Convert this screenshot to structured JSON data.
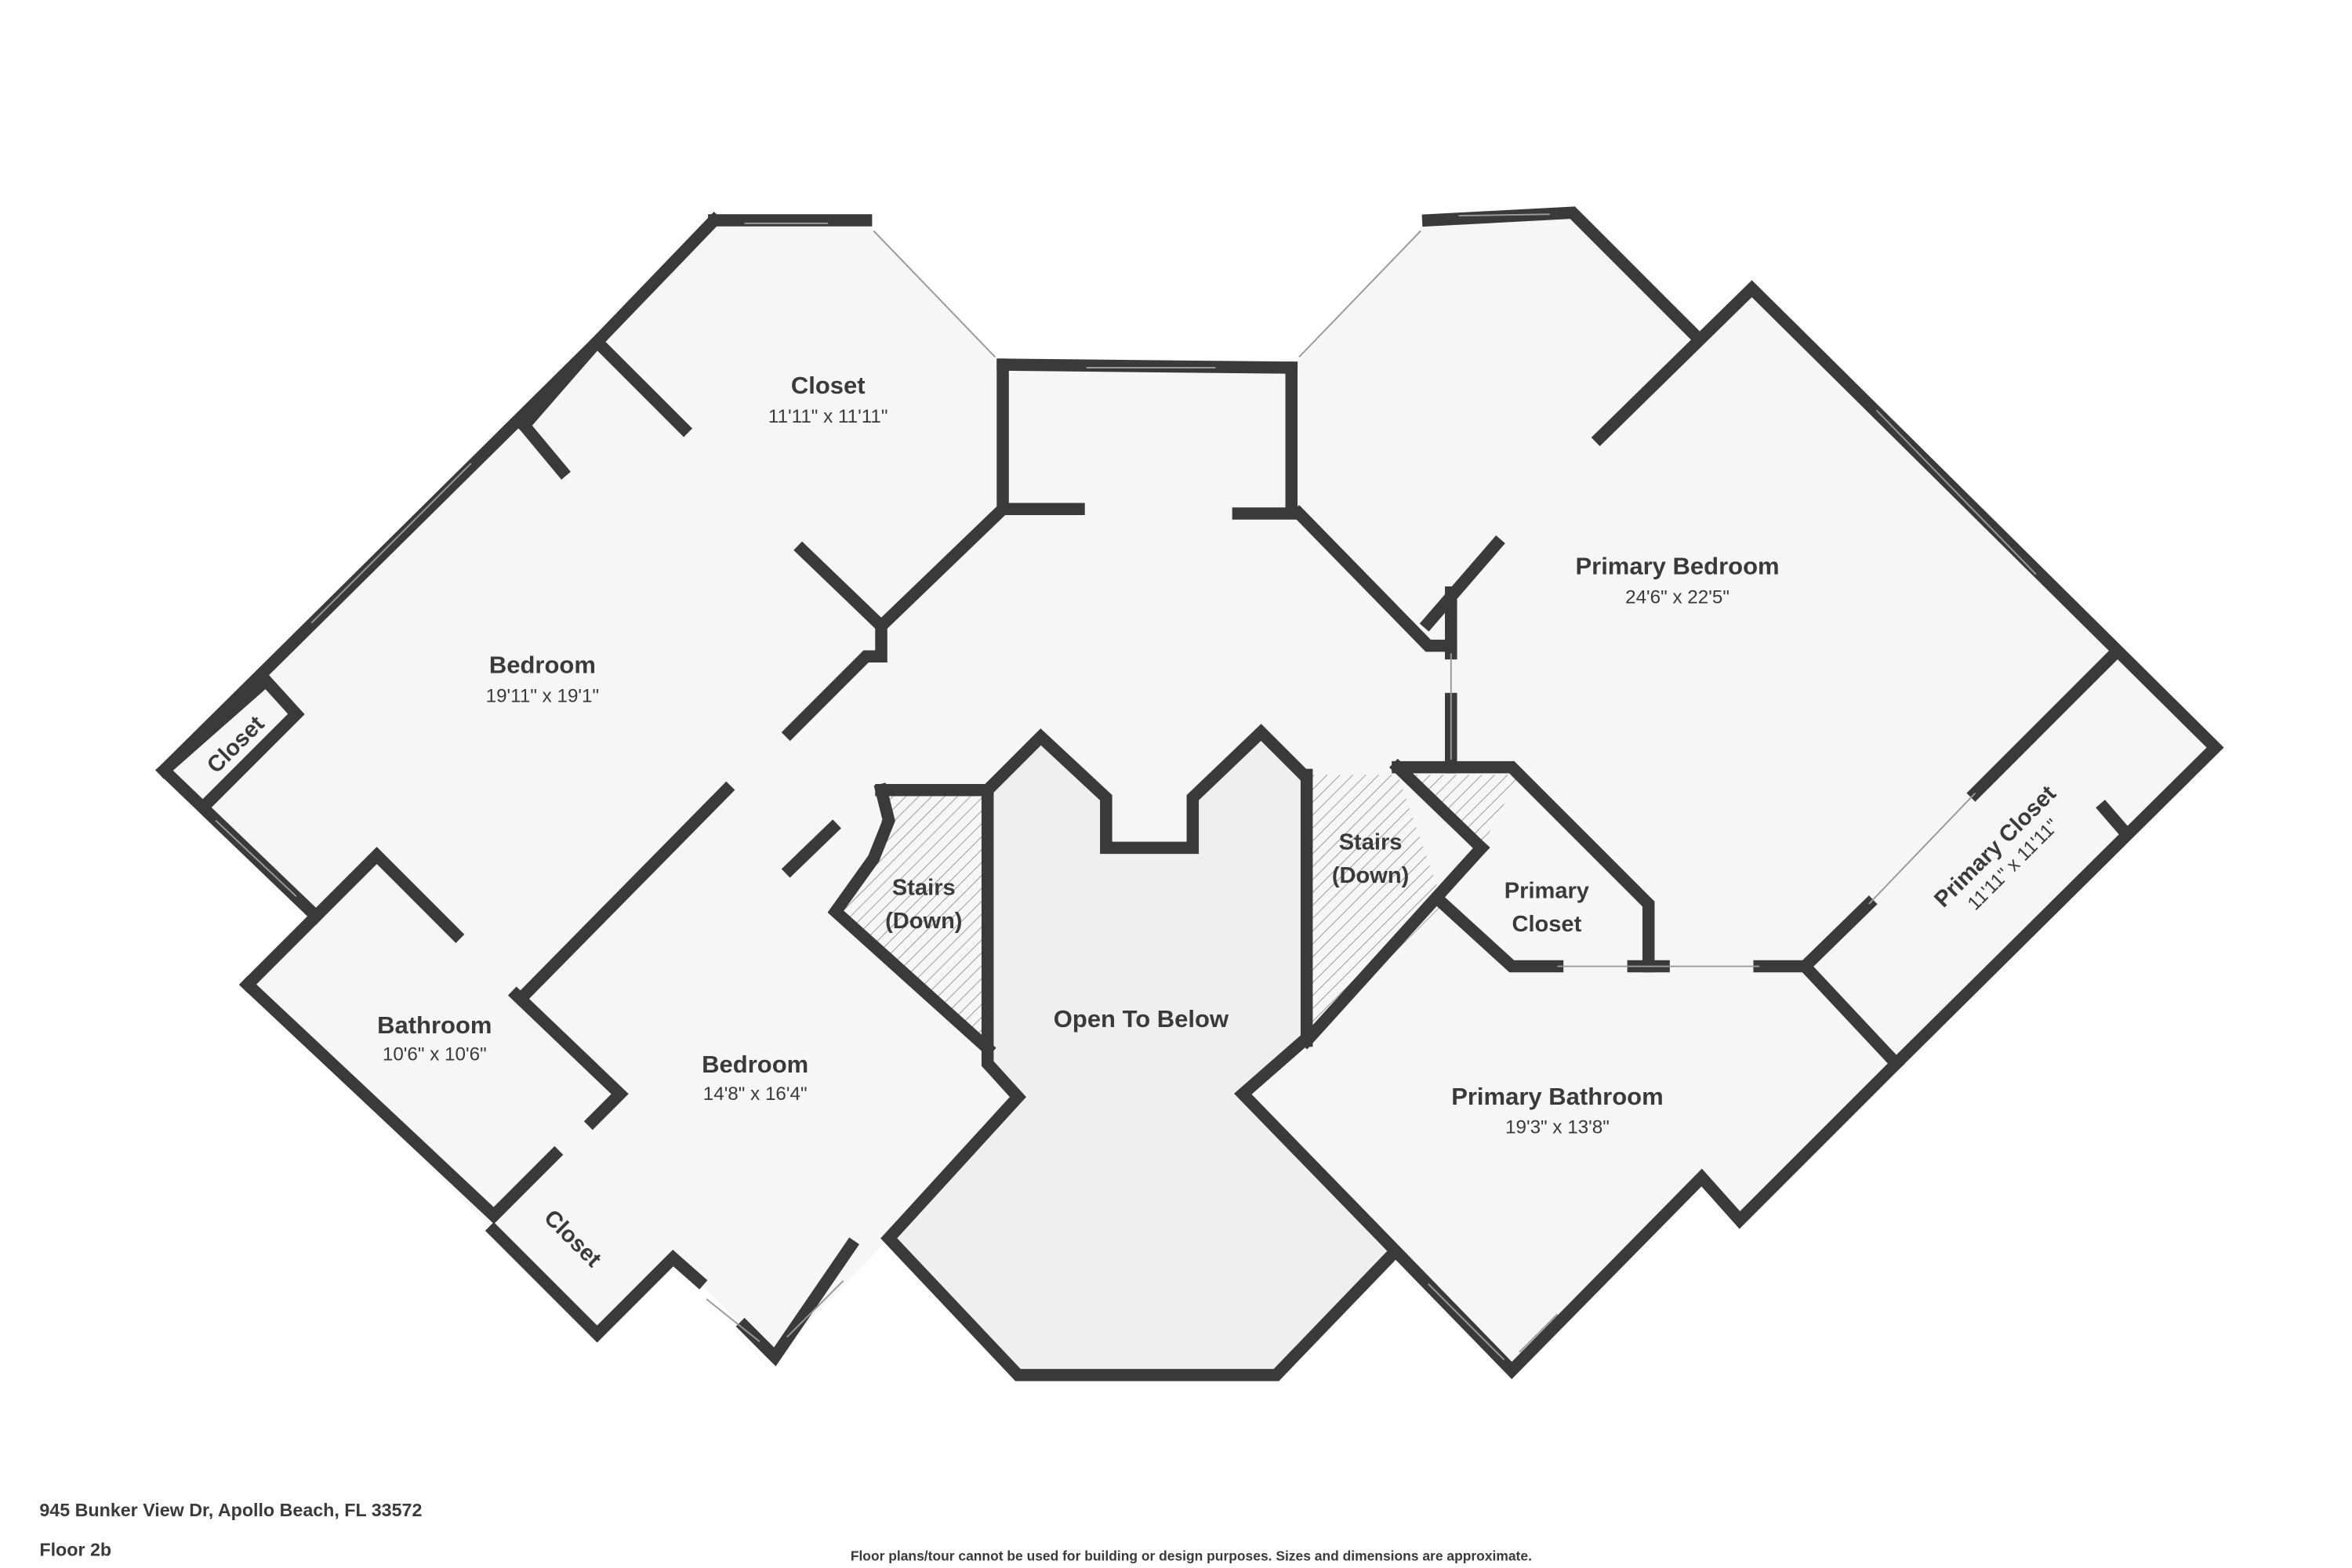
{
  "rooms": {
    "closet_top": {
      "name": "Closet",
      "dims": "11'11\" x 11'11\""
    },
    "bedroom_left": {
      "name": "Bedroom",
      "dims": "19'11\" x 19'1\""
    },
    "closet_left": {
      "name": "Closet"
    },
    "bathroom": {
      "name": "Bathroom",
      "dims": "10'6\" x 10'6\""
    },
    "closet_bottom": {
      "name": "Closet"
    },
    "bedroom_bottom": {
      "name": "Bedroom",
      "dims": "14'8\" x 16'4\""
    },
    "stairs_left": {
      "name_line1": "Stairs",
      "name_line2": "(Down)"
    },
    "open_to_below": {
      "name": "Open To Below"
    },
    "stairs_right": {
      "name_line1": "Stairs",
      "name_line2": "(Down)"
    },
    "primary_bedroom": {
      "name": "Primary Bedroom",
      "dims": "24'6\" x 22'5\""
    },
    "primary_closet_small": {
      "name_line1": "Primary",
      "name_line2": "Closet"
    },
    "primary_closet": {
      "name": "Primary Closet",
      "dims": "11'11\" x 11'11\""
    },
    "primary_bathroom": {
      "name": "Primary Bathroom",
      "dims": "19'3\" x 13'8\""
    }
  },
  "footer": {
    "address": "945 Bunker View Dr, Apollo Beach, FL 33572",
    "floor": "Floor 2b",
    "disclaimer": "Floor plans/tour cannot be used for building or design purposes. Sizes and dimensions are approximate."
  },
  "colors": {
    "wall": "#3a3a3a",
    "floor": "#f6f6f6",
    "open_to_below": "#efefef"
  }
}
